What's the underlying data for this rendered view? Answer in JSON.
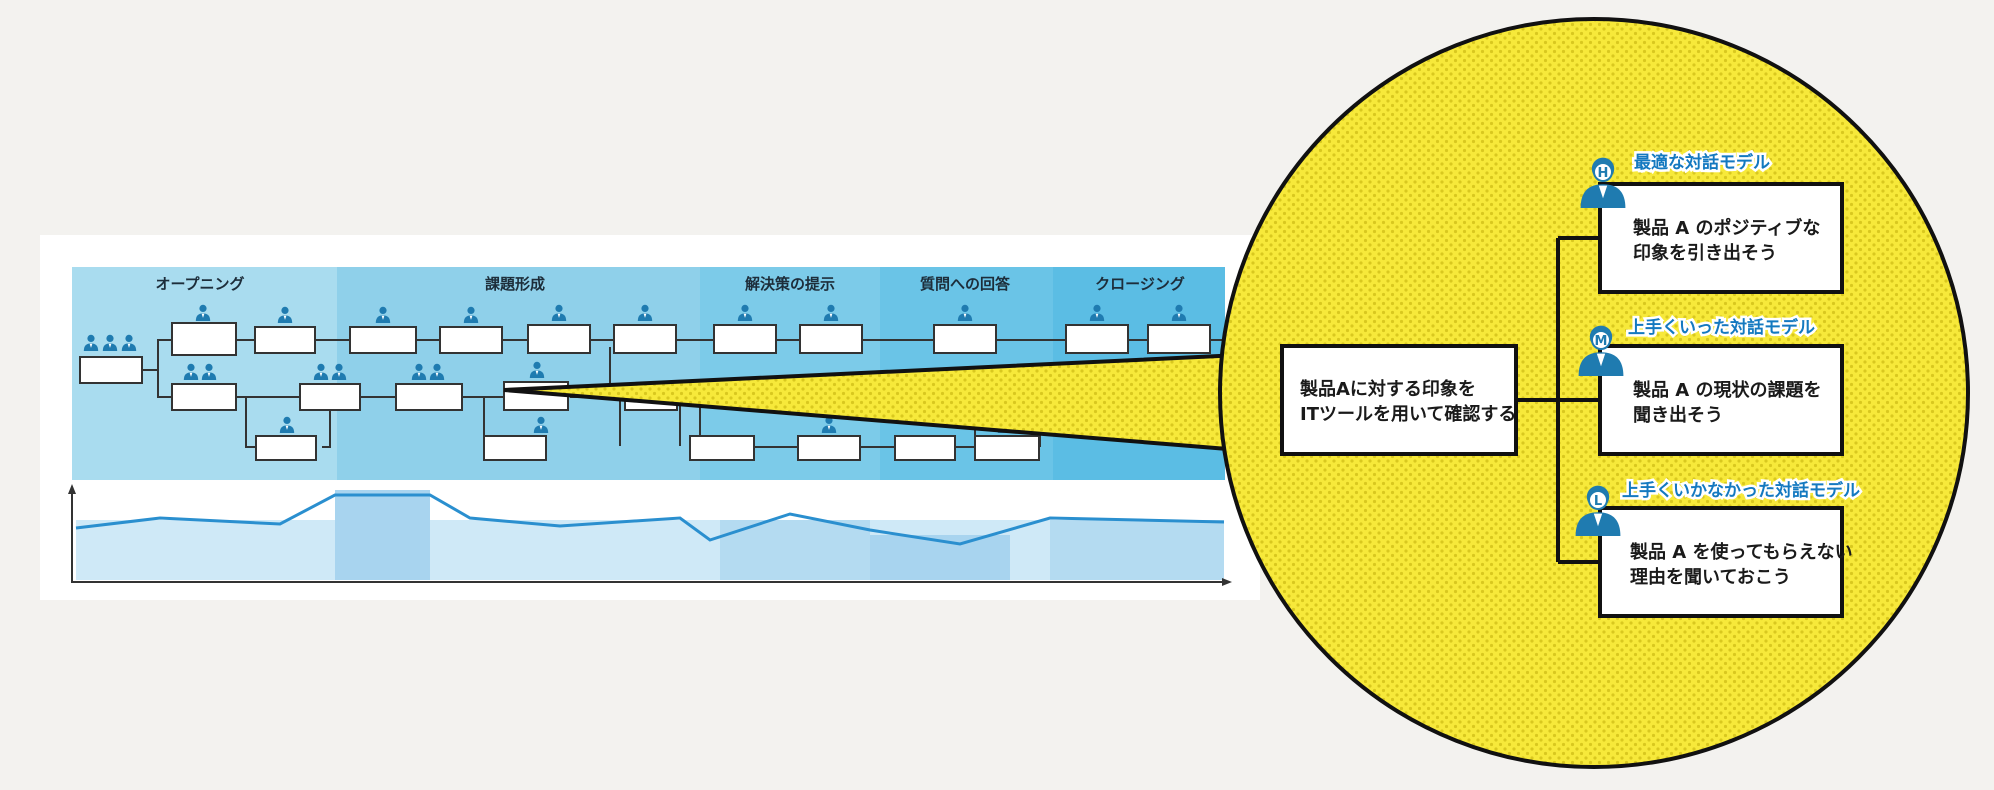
{
  "phases": [
    {
      "label": "オープニング",
      "color": "#a9dcef"
    },
    {
      "label": "課題形成",
      "color": "#8fd0ea"
    },
    {
      "label": "解決策の提示",
      "color": "#7ccbe9"
    },
    {
      "label": "質問への回答",
      "color": "#6ac4e7"
    },
    {
      "label": "クロージング",
      "color": "#5bbde4"
    }
  ],
  "zoom": {
    "source": {
      "line1": "製品Aに対する印象を",
      "line2": "ITツールを用いて確認する"
    },
    "models": [
      {
        "badge": "H",
        "label": "最適な対話モデル",
        "line1": "製品 A のポジティブな",
        "line2": "印象を引き出そう"
      },
      {
        "badge": "M",
        "label": "上手くいった対話モデル",
        "line1": "製品 A の現状の課題を",
        "line2": "聞き出そう"
      },
      {
        "badge": "L",
        "label": "上手くいかなかった対話モデル",
        "line1": "製品 A を使ってもらえない",
        "line2": "理由を聞いておこう"
      }
    ]
  },
  "colors": {
    "lens": "#f7e93a",
    "accent": "#1479c0",
    "person": "#1f7bb0"
  }
}
